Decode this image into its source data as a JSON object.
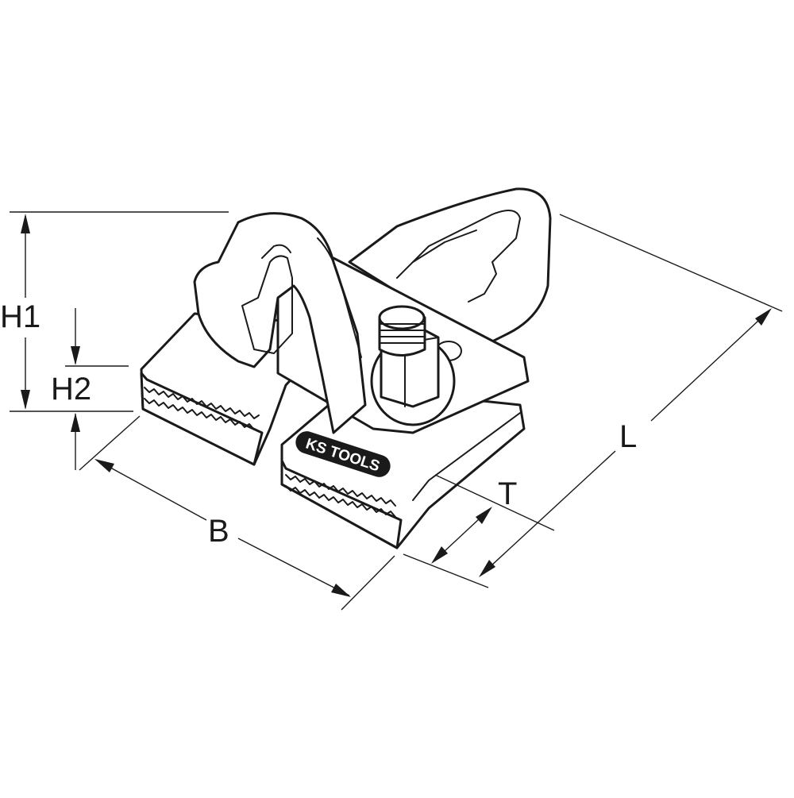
{
  "figure": {
    "subject": "pulling clamp",
    "brand_logo": "KS TOOLS",
    "line_color": "#1a1a1a",
    "background": "#ffffff"
  },
  "dimensions": {
    "h1": "H1",
    "h2": "H2",
    "b": "B",
    "l": "L",
    "t": "T"
  }
}
